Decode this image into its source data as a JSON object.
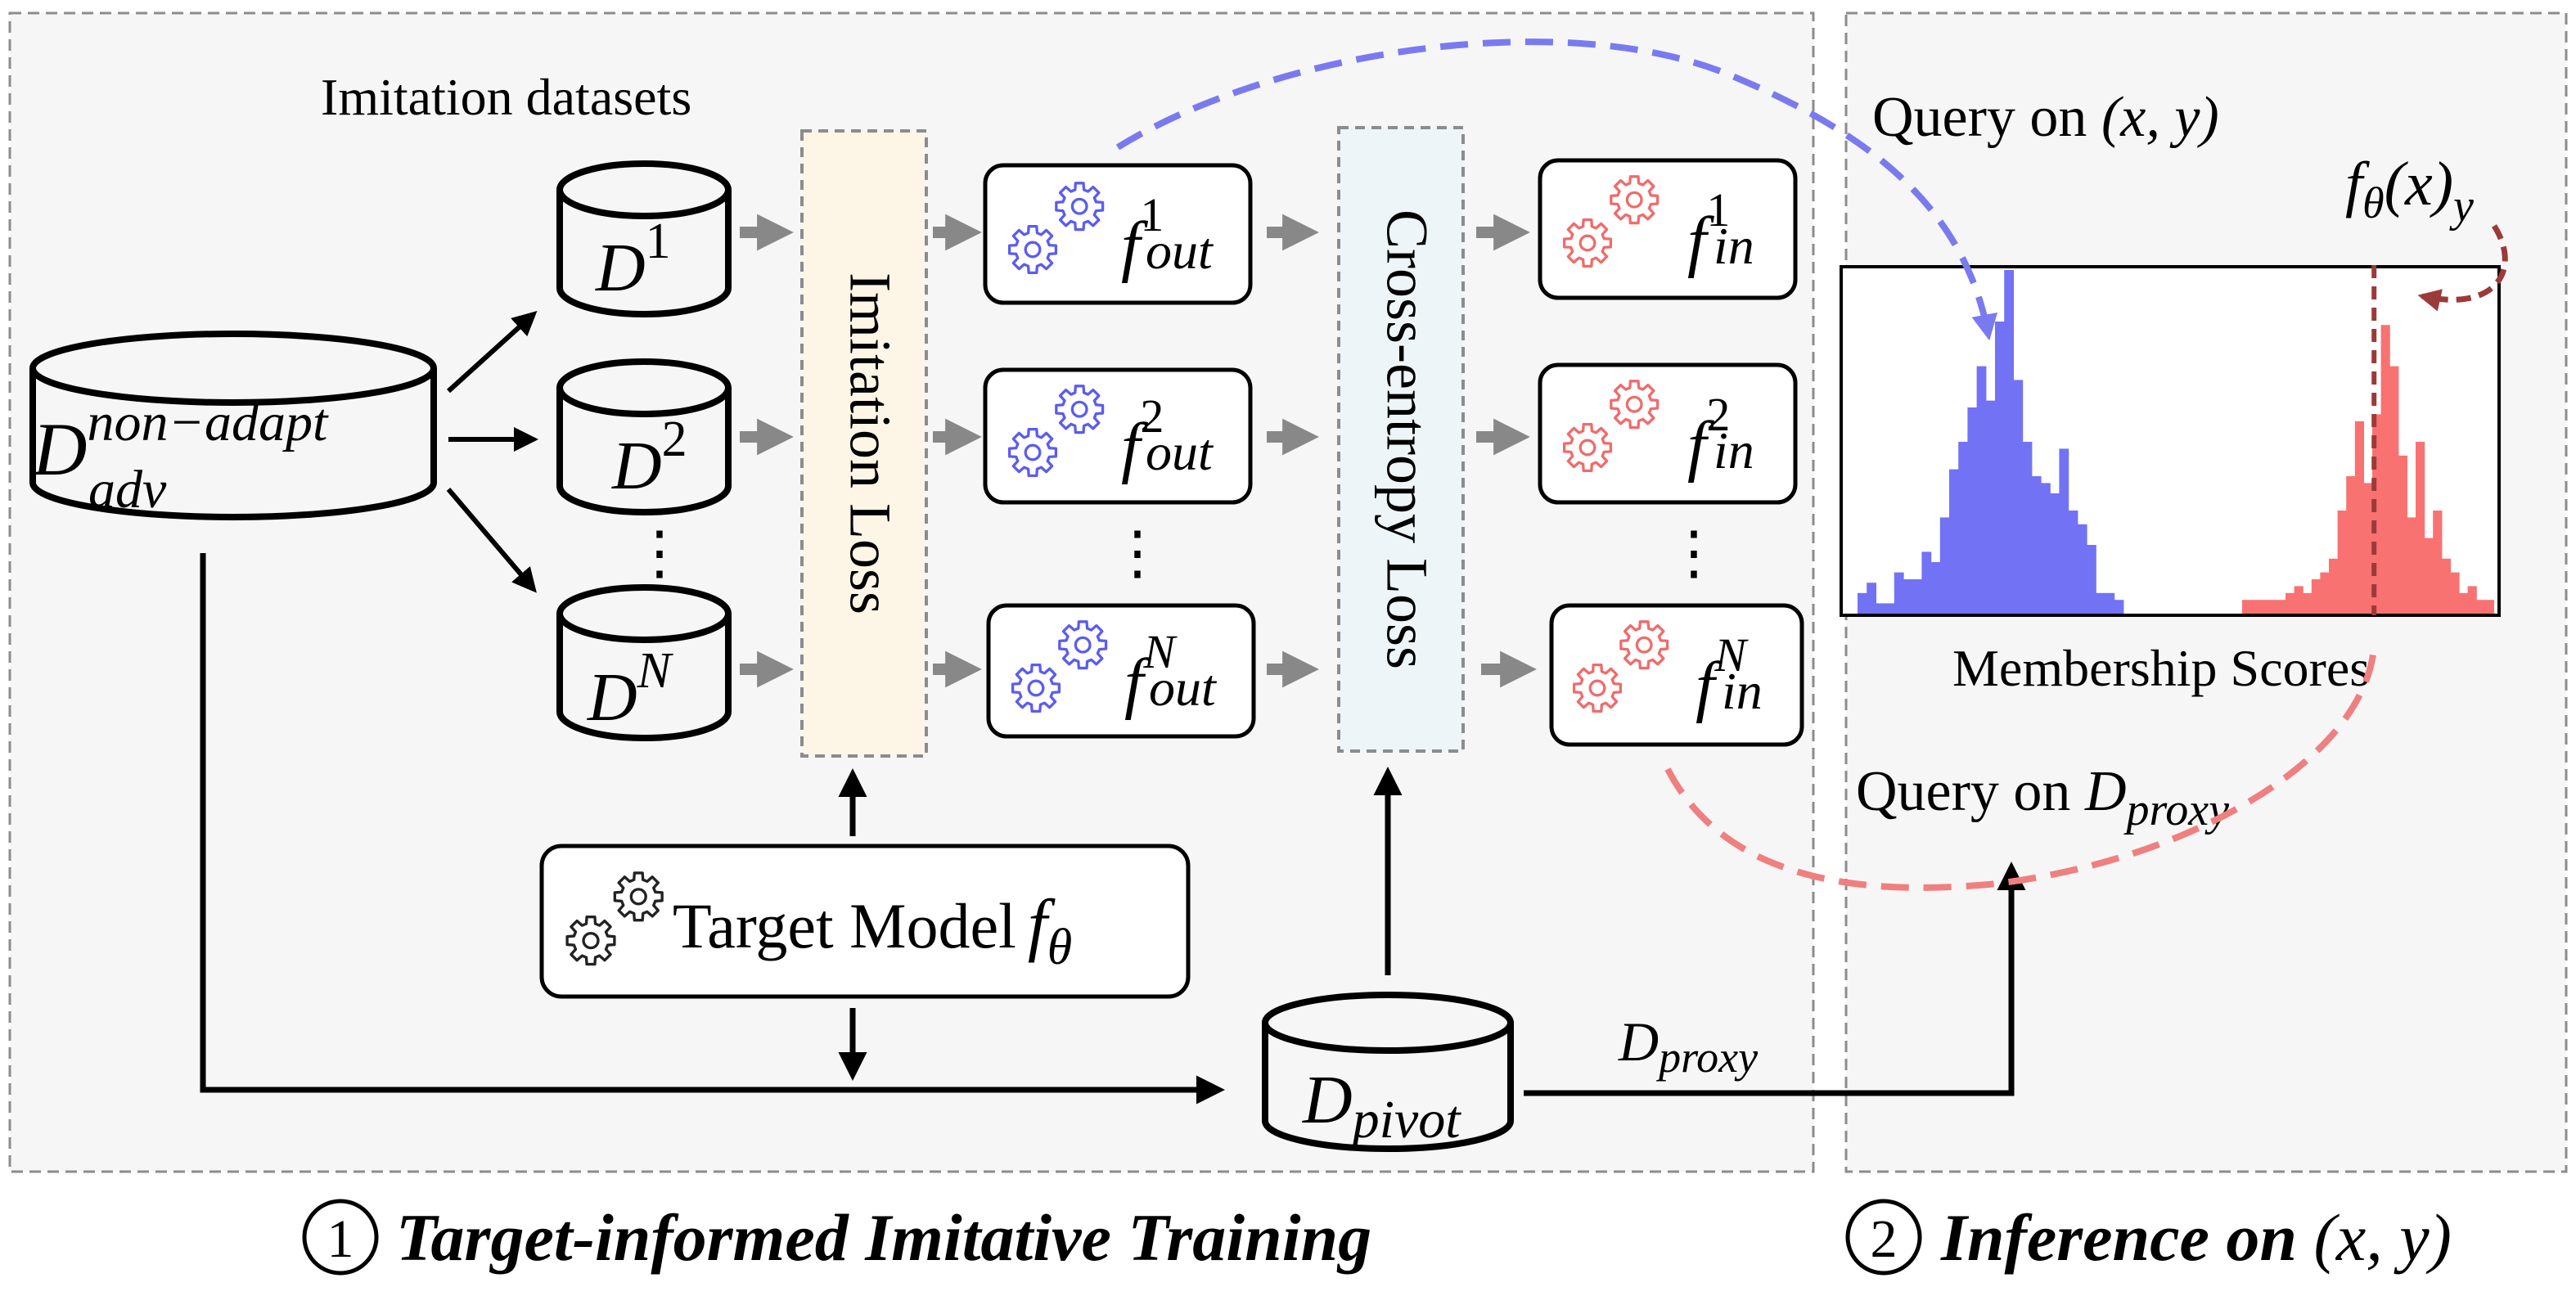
{
  "colors": {
    "panel_fill": "#f6f6f6",
    "panel_border": "#8c8c8c",
    "out_gear": "#5b5cf0",
    "in_gear": "#f06b6b",
    "imitation_loss_fill": "#fdf6e6",
    "cross_entropy_fill": "#eef5f8",
    "hist_out": "#7272f5",
    "hist_in": "#f87272",
    "query_out_arrow": "#7a7af0",
    "query_in_arrow": "#f07f7f",
    "score_marker": "#9c3a3a",
    "arrow_gray": "#888888"
  },
  "labels": {
    "imitation_datasets": "Imitation datasets",
    "d_nonadapt_base": "D",
    "d_nonadapt_sup": "non−adapt",
    "d_nonadapt_sub": "adv",
    "d_base": "D",
    "d1_sup": "1",
    "d2_sup": "2",
    "dn_sup": "N",
    "vdots": "⋮",
    "imitation_loss": "Imitation Loss",
    "cross_entropy_loss": "Cross-entropy Loss",
    "f": "f",
    "out": "out",
    "in": "in",
    "sup1": "1",
    "sup2": "2",
    "supN": "N",
    "target_model_text": "Target Model",
    "f_theta_base": "f",
    "theta": "θ",
    "d_pivot_base": "D",
    "d_pivot_sub": "pivot",
    "d_proxy_base": "D",
    "d_proxy_sub": "proxy",
    "query_xy_prefix": "Query on ",
    "xy": "(x, y)",
    "f_theta_xy_base": "f",
    "f_theta_xy_mid": "(x)",
    "f_theta_xy_sub": "y",
    "membership_scores": "Membership Scores",
    "query_proxy_prefix": "Query on ",
    "section1_num": "1",
    "section1_title": "Target-informed Imitative Training",
    "section2_num": "2",
    "section2_title_prefix": "Inference on ",
    "section2_xy": "(x, y)"
  },
  "icons": {
    "out_gear": "gear-pair-icon",
    "in_gear": "gear-pair-icon",
    "target_gear": "gear-pair-icon"
  },
  "histogram": {
    "out_bins": [
      0.06,
      0.09,
      0.03,
      0.03,
      0.12,
      0.1,
      0.1,
      0.18,
      0.15,
      0.28,
      0.42,
      0.5,
      0.6,
      0.72,
      0.62,
      0.85,
      1.0,
      0.68,
      0.5,
      0.4,
      0.38,
      0.35,
      0.48,
      0.3,
      0.26,
      0.2,
      0.06,
      0.06,
      0.04
    ],
    "in_bins": [
      0.04,
      0.04,
      0.04,
      0.04,
      0.04,
      0.06,
      0.08,
      0.06,
      0.1,
      0.12,
      0.16,
      0.3,
      0.4,
      0.56,
      0.38,
      0.58,
      0.84,
      0.72,
      0.46,
      0.28,
      0.5,
      0.22,
      0.3,
      0.16,
      0.12,
      0.06,
      0.08,
      0.04,
      0.04
    ],
    "query_score": 0.81
  }
}
